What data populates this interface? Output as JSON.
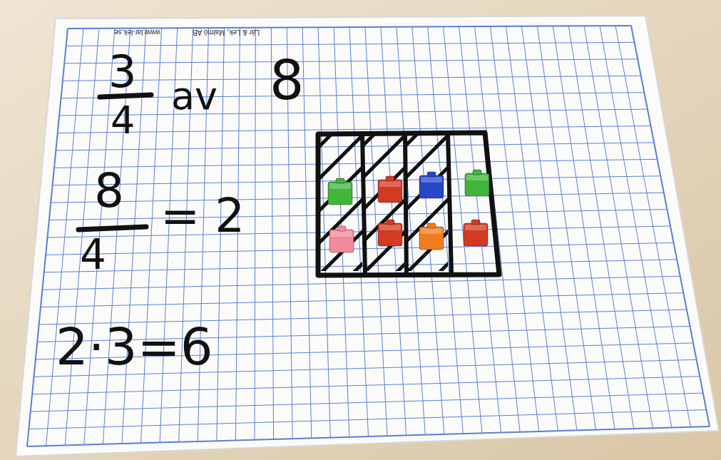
{
  "diagram": {
    "labels": [
      "Lär & Lek, Malmö AB",
      "www.lar-lek.se",
      "3",
      "4",
      "av",
      "8",
      "8",
      "4",
      "= 2",
      "2·3=6"
    ]
  }
}
